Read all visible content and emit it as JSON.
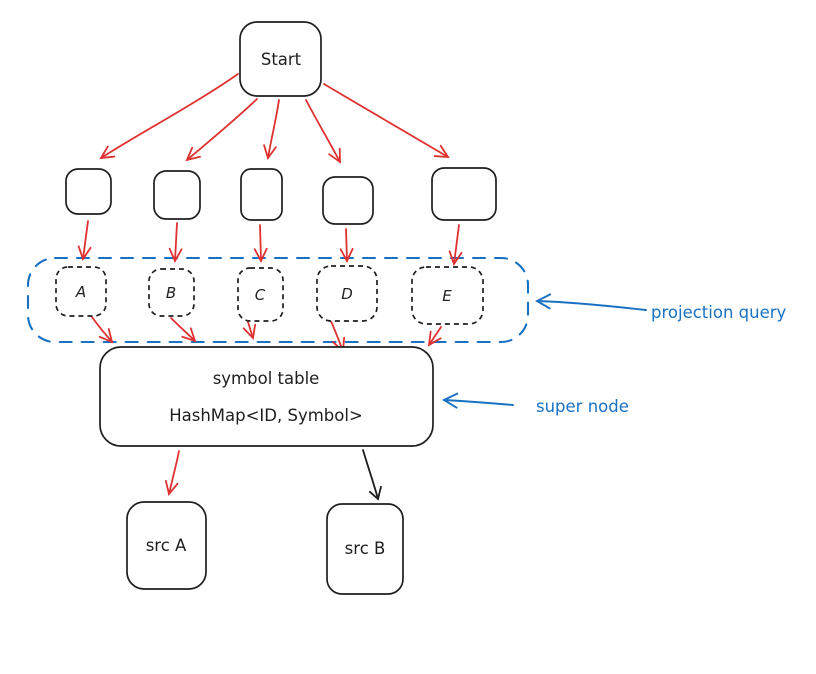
{
  "diagram": {
    "background_color": "#ffffff",
    "colors": {
      "node_stroke": "#1e1e1e",
      "flow_arrow_red": "#e03131",
      "annotation_blue": "#1971c2",
      "plain_arrow_black": "#1e1e1e"
    },
    "nodes": {
      "start": {
        "label": "Start"
      },
      "projection_nodes": [
        "A",
        "B",
        "C",
        "D",
        "E"
      ],
      "symbol_table": {
        "title": "symbol table",
        "subtitle": "HashMap<ID, Symbol>"
      },
      "sources": [
        {
          "label": "src A"
        },
        {
          "label": "src B"
        }
      ]
    },
    "annotations": {
      "projection_query": {
        "label": "projection query"
      },
      "super_node": {
        "label": "super node"
      }
    }
  }
}
